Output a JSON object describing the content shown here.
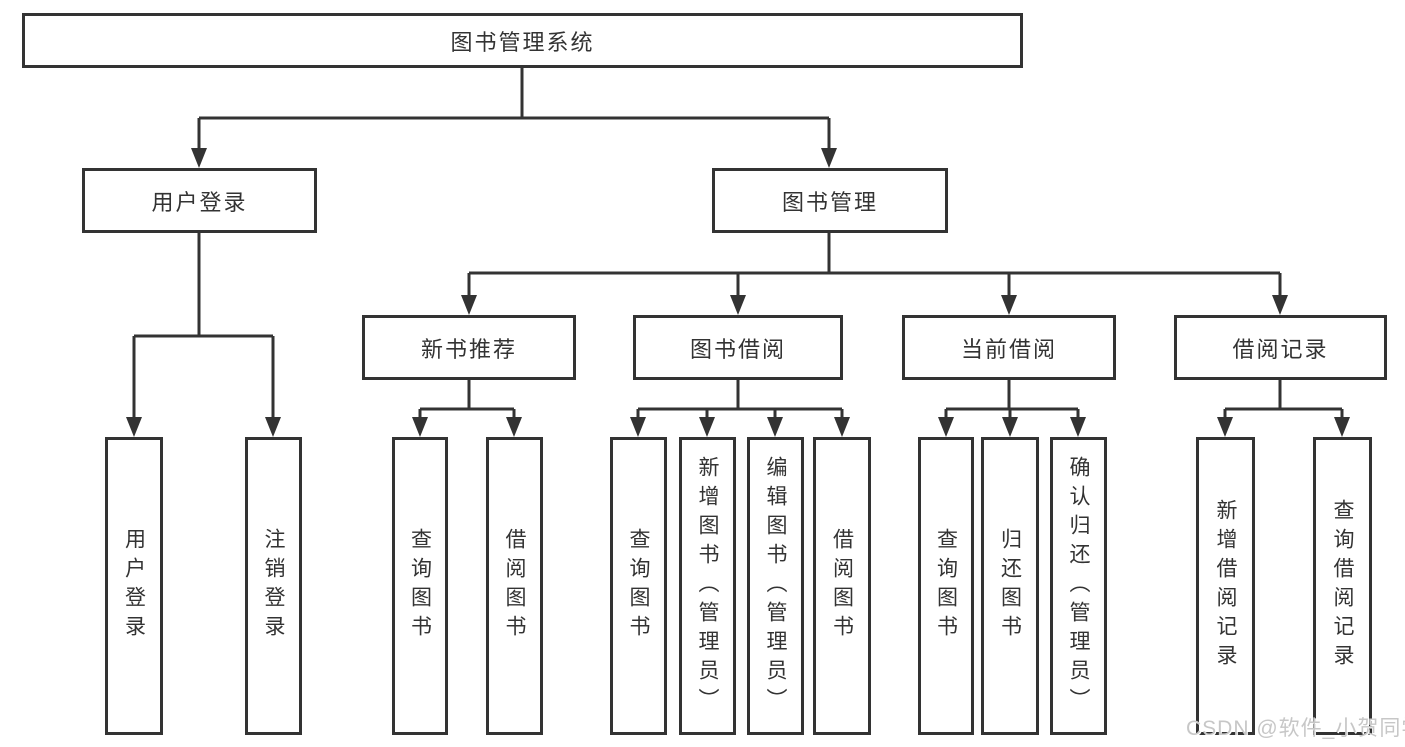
{
  "diagram_title": "图书管理系统",
  "tree": {
    "label": "图书管理系统",
    "children": [
      {
        "label": "用户登录",
        "children": [
          {
            "label": "用户登录"
          },
          {
            "label": "注销登录"
          }
        ]
      },
      {
        "label": "图书管理",
        "children": [
          {
            "label": "新书推荐",
            "children": [
              {
                "label": "查询图书"
              },
              {
                "label": "借阅图书"
              }
            ]
          },
          {
            "label": "图书借阅",
            "children": [
              {
                "label": "查询图书"
              },
              {
                "label": "新增图书（管理员）"
              },
              {
                "label": "编辑图书（管理员）"
              },
              {
                "label": "借阅图书"
              }
            ]
          },
          {
            "label": "当前借阅",
            "children": [
              {
                "label": "查询图书"
              },
              {
                "label": "归还图书"
              },
              {
                "label": "确认归还（管理员）"
              }
            ]
          },
          {
            "label": "借阅记录",
            "children": [
              {
                "label": "新增借阅记录"
              },
              {
                "label": "查询借阅记录"
              }
            ]
          }
        ]
      }
    ]
  },
  "watermark": "CSDN @软件_小贺同学",
  "colors": {
    "line": "#333333",
    "box_border": "#333333",
    "text": "#333333",
    "watermark": "#c7c7c7",
    "background": "#ffffff"
  }
}
